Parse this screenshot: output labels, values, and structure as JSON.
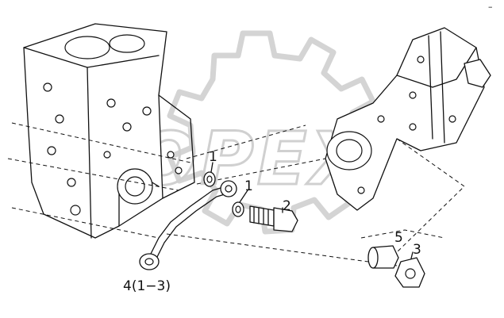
{
  "watermark": {
    "text": "OPEX"
  },
  "callouts": {
    "c1a": "1",
    "c1b": "1",
    "c2": "2",
    "c3": "3",
    "c4": "4(1−3)",
    "c5": "5"
  },
  "corner_mark": "–"
}
